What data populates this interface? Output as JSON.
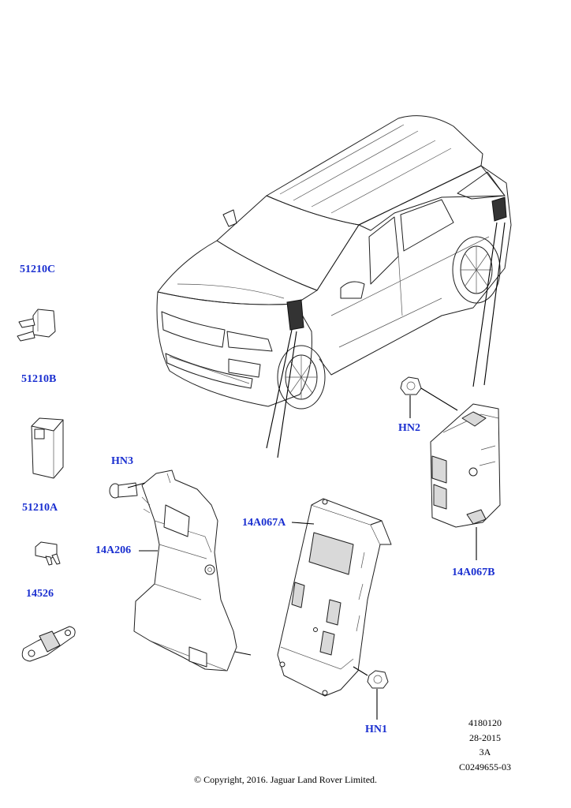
{
  "callouts": {
    "p51210c": "51210C",
    "p51210b": "51210B",
    "p51210a": "51210A",
    "p14526": "14526",
    "hn3": "HN3",
    "p14a206": "14A206",
    "p14a067a": "14A067A",
    "hn2": "HN2",
    "p14a067b": "14A067B",
    "hn1": "HN1"
  },
  "reference": {
    "line1": "4180120",
    "line2": "28-2015",
    "line3": "3A",
    "line4": "C0249655-03"
  },
  "copyright": "© Copyright, 2016. Jaguar Land Rover Limited.",
  "colors": {
    "callout": "#1a2fd0",
    "line": "#1e1e1e"
  }
}
